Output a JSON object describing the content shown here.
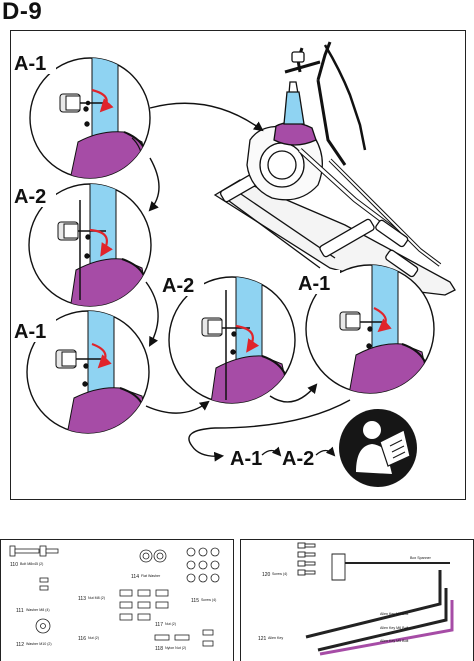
{
  "page": {
    "title": "D-9"
  },
  "steps": {
    "detail_1": "A-1",
    "detail_2": "A-2",
    "detail_3": "A-1",
    "detail_4": "A-2",
    "detail_5": "A-1",
    "seq_1": "A-1",
    "seq_2": "A-2"
  },
  "parts_left": {
    "items": [
      {
        "num": "110",
        "text": "Bolt M8x45 (2)"
      },
      {
        "num": "111",
        "text": "Washer M8 (4)"
      },
      {
        "num": "112",
        "text": "Washer M10 (2)"
      },
      {
        "num": "113",
        "text": "Nut M8 (2)"
      },
      {
        "num": "114",
        "text": "Flat Washer"
      },
      {
        "num": "115",
        "text": "Screw (4)"
      },
      {
        "num": "116",
        "text": "Nut (2)"
      },
      {
        "num": "117",
        "text": "Nut (2)"
      },
      {
        "num": "118",
        "text": "Nylon Nut (2)"
      }
    ]
  },
  "parts_right": {
    "items": [
      {
        "num": "120",
        "text": "Screw (4)"
      },
      {
        "num": "121",
        "text": "Allen Key"
      }
    ],
    "tools": [
      "Box Spanner",
      "Allen Key M8 Bolt",
      "Allen Key M6 Bolt",
      "Allen Key M5 Bolt"
    ]
  },
  "colors": {
    "tube": "#8fd3f2",
    "shroud": "#a64ca6",
    "arrow": "#e0242b",
    "outline": "#111111",
    "reader_icon_bg": "#161616"
  },
  "icons": [
    "read-manual-icon",
    "rotate-arrow-icon",
    "sequence-arrow-icon"
  ]
}
